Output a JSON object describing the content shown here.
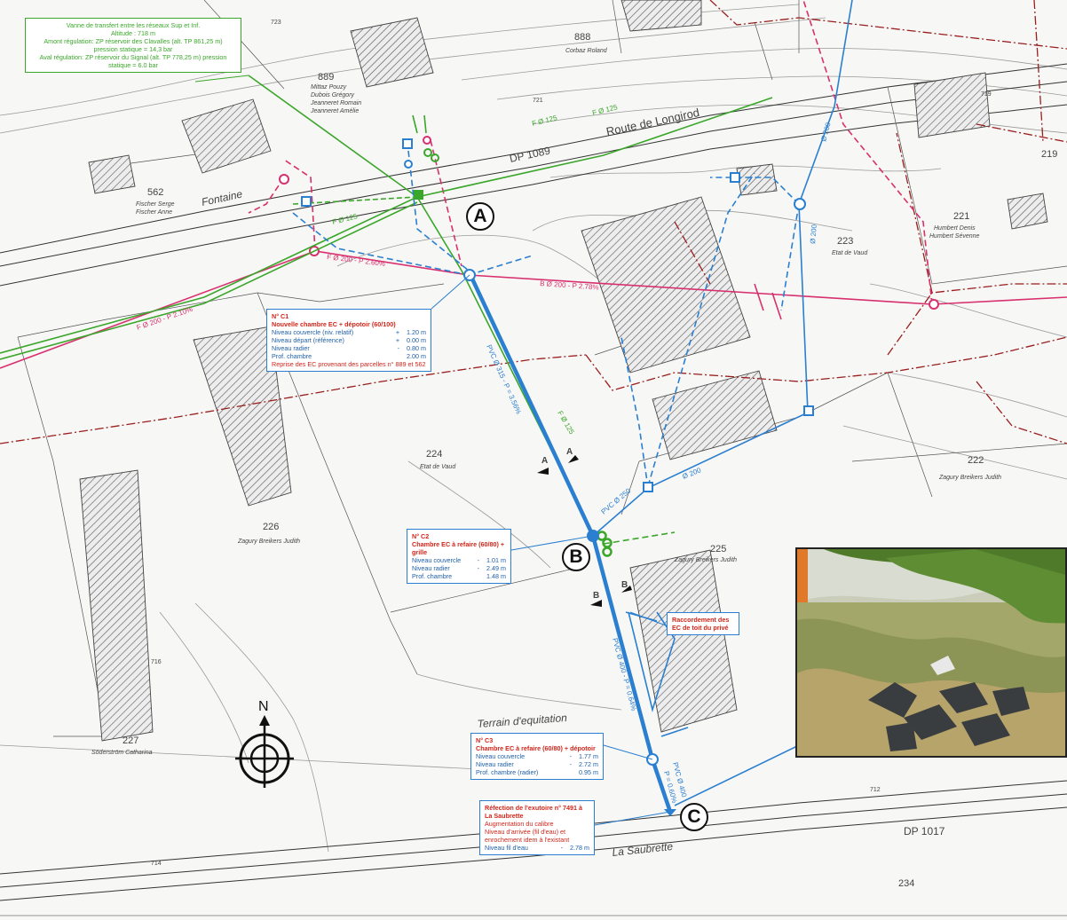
{
  "parcels": {
    "p889": {
      "number": "889",
      "owners": [
        "Mittaz Pouzy",
        "Dubois Grégory",
        "Jeanneret Romain",
        "Jeanneret Amélie"
      ]
    },
    "p888": {
      "number": "888",
      "owners": [
        "Corbaz Roland"
      ]
    },
    "p562": {
      "number": "562",
      "owners": [
        "Fischer Serge",
        "Fischer Anne"
      ]
    },
    "p221": {
      "number": "221",
      "owners": [
        "Humbert Denis",
        "Humbert Sévenne"
      ]
    },
    "p223": {
      "number": "223",
      "owners": [
        "Etat de Vaud"
      ]
    },
    "p224": {
      "number": "224",
      "owners": [
        "Etat de Vaud"
      ]
    },
    "p222": {
      "number": "222",
      "owners": [
        "Zagury Breikers Judith"
      ]
    },
    "p226": {
      "number": "226",
      "owners": [
        "Zagury Breikers Judith"
      ]
    },
    "p225": {
      "number": "225",
      "owners": [
        "Zagury Breikers Judith"
      ]
    },
    "p227": {
      "number": "227",
      "owners": [
        "Söderström Catharina"
      ]
    },
    "p219": {
      "number": "219"
    },
    "p234": {
      "number": "234"
    }
  },
  "places": {
    "fontaine": "Fontaine",
    "terrain": "Terrain d'equitation",
    "route": "Route de Longirod",
    "dp1089": "DP 1089",
    "dp1017": "DP 1017",
    "saubrette": "La Saubrette",
    "north": "N"
  },
  "pipes": {
    "f125_a": "F Ø 125",
    "f125_b": "F Ø 125",
    "f125_c": "F Ø 125",
    "f125_d": "F Ø 125",
    "f200_p260": "F Ø 200 - P 2.60%",
    "f200_p210": "F Ø 200 - P 2.10%",
    "b200_p278": "B Ø 200 - P 2.78%",
    "pvc315": "PVC Ø 315 - P = 3.56%",
    "pvc250": "PVC Ø 250",
    "pvc400_a": "PVC Ø 400 - P = 0.64%",
    "pvc400_b": "PVC Ø 400",
    "pvc400_c": "P = 0.60%",
    "o200_a": "Ø 200",
    "o200_b": "Ø 200",
    "o200_c": "Ø 200"
  },
  "contours": [
    "716",
    "714",
    "712",
    "719",
    "721",
    "723"
  ],
  "markers": {
    "A": "A",
    "B": "B",
    "C": "C"
  },
  "sections": {
    "a": "A",
    "b": "B"
  },
  "callouts": {
    "vanne": {
      "lines": [
        "Vanne de transfert entre les réseaux Sup et Inf.",
        "Altitude : 718 m",
        "Amont régulation: ZP réservoir des Clavalles (alt. TP 861,25 m)",
        "pression statique = 14,3 bar",
        "Aval régulation: ZP réservoir du Signal (alt. TP 778,25 m) pression",
        "statique = 6.0 bar"
      ]
    },
    "c1": {
      "title": "N° C1",
      "sub": "Nouvelle chambre EC + dépotoir (60/100)",
      "rows": [
        [
          "Niveau couvercle (niv. relatif)",
          "+",
          "1.20 m"
        ],
        [
          "Niveau départ (référence)",
          "+",
          "0.00 m"
        ],
        [
          "Niveau radier",
          "-",
          "0.80 m"
        ],
        [
          "Prof. chambre",
          "",
          "2.00 m"
        ]
      ],
      "note": "Reprise des EC provenant des parcelles n° 889 et 562"
    },
    "c2": {
      "title": "N° C2",
      "sub": "Chambre EC à refaire (60/80) + grille",
      "rows": [
        [
          "Niveau couvercle",
          "-",
          "1.01 m"
        ],
        [
          "Niveau radier",
          "-",
          "2.49 m"
        ],
        [
          "Prof. chambre",
          "",
          "1.48 m"
        ]
      ]
    },
    "c3": {
      "title": "N° C3",
      "sub": "Chambre EC à refaire (60/80) + dépotoir",
      "rows": [
        [
          "Niveau couvercle",
          "-",
          "1.77 m"
        ],
        [
          "Niveau radier",
          "-",
          "2.72 m"
        ],
        [
          "Prof. chambre (radier)",
          "",
          "0.95 m"
        ]
      ]
    },
    "raccordement": {
      "title": "Raccordement des EC de toit du privé"
    },
    "exutoire": {
      "title": "Réfection de l'exutoire n° 7491 à La Saubrette",
      "lines": [
        "Augmentation du calibre",
        "Niveau d'arrivée (fil d'eau) et",
        "enrochement idem à l'existant"
      ],
      "row": [
        "Niveau fil d'eau",
        "-",
        "2.78 m"
      ]
    }
  },
  "colors": {
    "water": "#3aa62a",
    "rain": "#2b7fd0",
    "sewer": "#d8306e",
    "other": "#9a1e1e",
    "title_red": "#d0261a"
  }
}
